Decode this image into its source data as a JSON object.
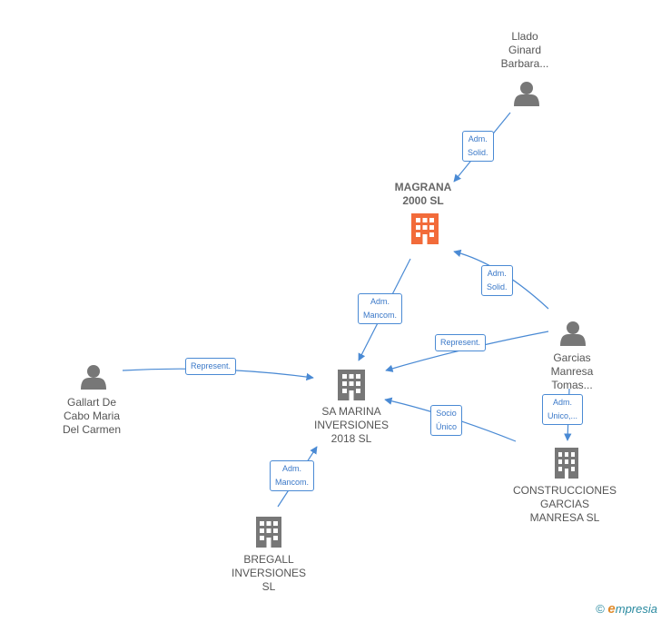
{
  "nodes": {
    "llado": {
      "label_lines": [
        "Llado",
        "Ginard",
        "Barbara..."
      ]
    },
    "magrana": {
      "label_lines": [
        "MAGRANA",
        "2000  SL"
      ]
    },
    "garcias": {
      "label_lines": [
        "Garcias",
        "Manresa",
        "Tomas..."
      ]
    },
    "gallart": {
      "label_lines": [
        "Gallart De",
        "Cabo Maria",
        "Del Carmen"
      ]
    },
    "sa_marina": {
      "label_lines": [
        "SA MARINA",
        "INVERSIONES",
        "2018  SL"
      ]
    },
    "construcciones": {
      "label_lines": [
        "CONSTRUCCIONES",
        "GARCIAS",
        "MANRESA  SL"
      ]
    },
    "bregall": {
      "label_lines": [
        "BREGALL",
        "INVERSIONES",
        "SL"
      ]
    }
  },
  "edges": {
    "llado_magrana": [
      "Adm.",
      "Solid."
    ],
    "garcias_magrana": [
      "Adm.",
      "Solid."
    ],
    "magrana_samarina": [
      "Adm.",
      "Mancom."
    ],
    "garcias_samarina": [
      "Represent."
    ],
    "gallart_samarina": [
      "Represent."
    ],
    "construcciones_samarina": [
      "Socio",
      "Único"
    ],
    "garcias_construcciones": [
      "Adm.",
      "Unico,..."
    ],
    "bregall_samarina": [
      "Adm.",
      "Mancom."
    ]
  },
  "colors": {
    "edge": "#4a8ad4",
    "person_icon": "#777777",
    "company_icon": "#777777",
    "focus_company_icon": "#f26b3a"
  },
  "footer": {
    "copyright": "©",
    "brand_initial": "e",
    "brand_rest": "mpresia"
  }
}
